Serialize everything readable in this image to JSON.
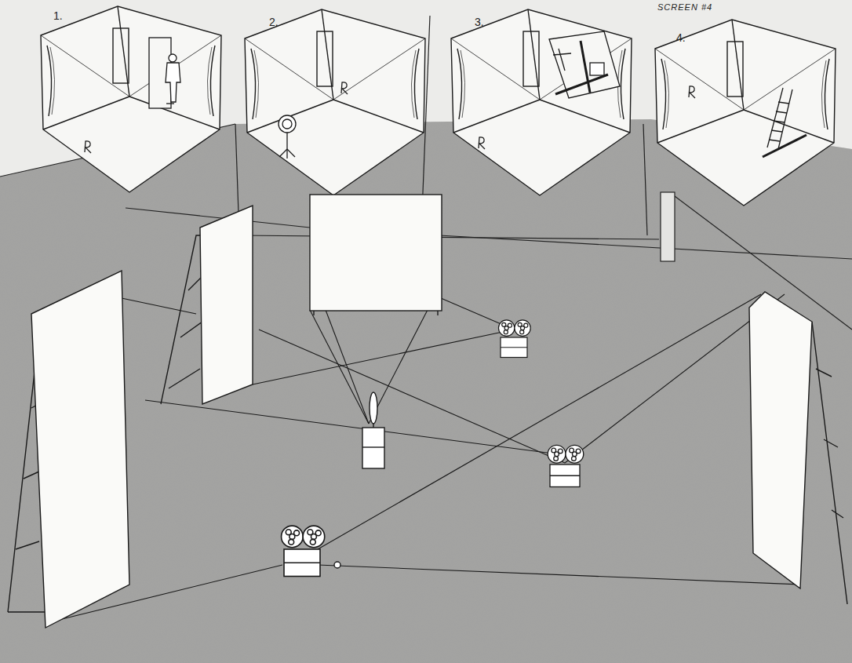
{
  "diagram": {
    "nodes": [
      {
        "text": [
          "1."
        ]
      },
      {
        "text": [
          "2."
        ]
      },
      {
        "text": [
          "3."
        ]
      },
      {
        "text": [
          "4."
        ]
      }
    ],
    "labels": [
      "SCREEN #4"
    ]
  }
}
